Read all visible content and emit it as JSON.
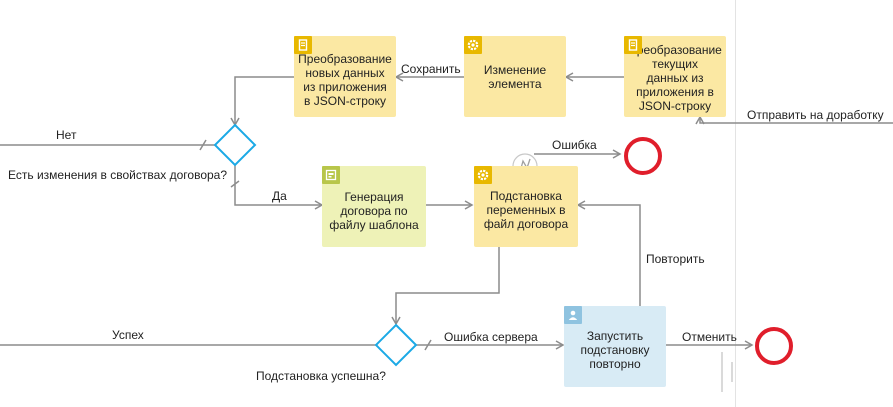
{
  "tasks": {
    "convert_new": "Преобразование\nновых данных\nиз приложения\nв JSON-строку",
    "change_element": "Изменение\nэлемента",
    "convert_current": "Преобразование\nтекущих\nданных из\nприложения в\nJSON-строку",
    "generate_contract": "Генерация\nдоговора по\nфайлу шаблона",
    "substitute_vars": "Подстановка\nпеременных в\nфайл договора",
    "restart_substitution": "Запустить\nподстановку\nповторно"
  },
  "gateways": {
    "changes_question": "Есть изменения в свойствах договора?",
    "success_question": "Подстановка успешна?"
  },
  "flows": {
    "save": "Сохранить",
    "send_back": "Отправить на доработку",
    "no": "Нет",
    "yes": "Да",
    "error": "Ошибка",
    "repeat": "Повторить",
    "success": "Успех",
    "server_error": "Ошибка сервера",
    "cancel": "Отменить"
  },
  "colors": {
    "script_task": "#fbe8a3",
    "template_task": "#eef2b7",
    "user_task": "#d8ebf5",
    "badge_yellow": "#e8b800",
    "badge_green": "#b8c64a",
    "badge_blue": "#8fc3e0",
    "gateway": "#1ba9e6",
    "end_event": "#e01e2b",
    "flow": "#8c8c8c"
  }
}
